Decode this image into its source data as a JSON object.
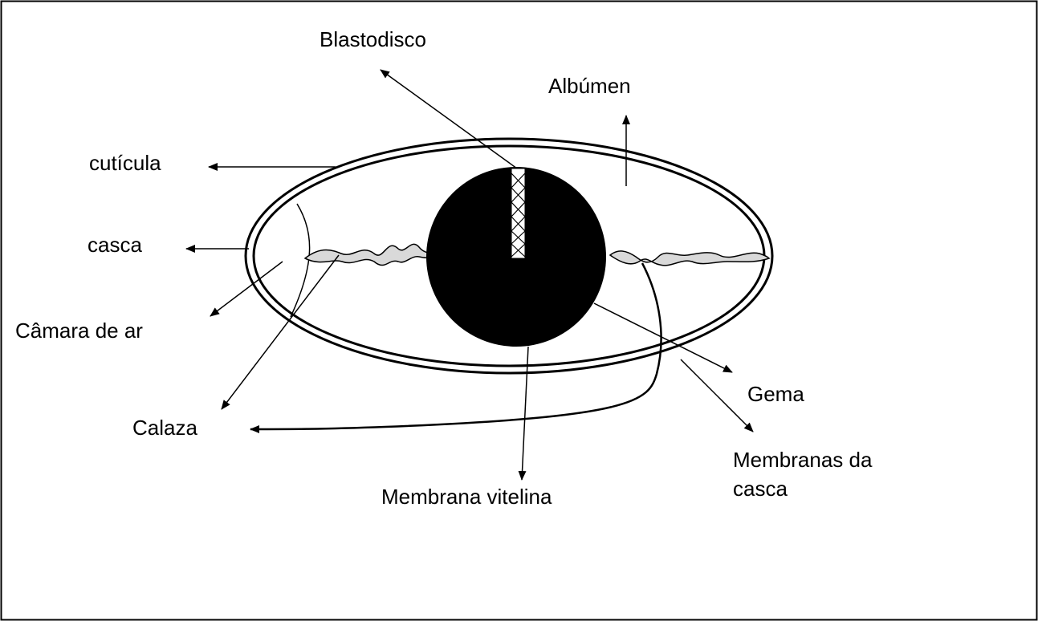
{
  "diagram": {
    "labels": {
      "blastodisco": "Blastodisco",
      "albumen": "Albúmen",
      "cuticula": "cutícula",
      "casca": "casca",
      "camara_de_ar": "Câmara de ar",
      "calaza": "Calaza",
      "gema": "Gema",
      "membrana_vitelina": "Membrana vitelina",
      "membranas_da_casca_line1": "Membranas da",
      "membranas_da_casca_line2": "casca"
    },
    "colors": {
      "stroke": "#000000",
      "yolk": "#000000",
      "chalaza_fill": "#d9d9d9",
      "background": "#ffffff"
    }
  }
}
